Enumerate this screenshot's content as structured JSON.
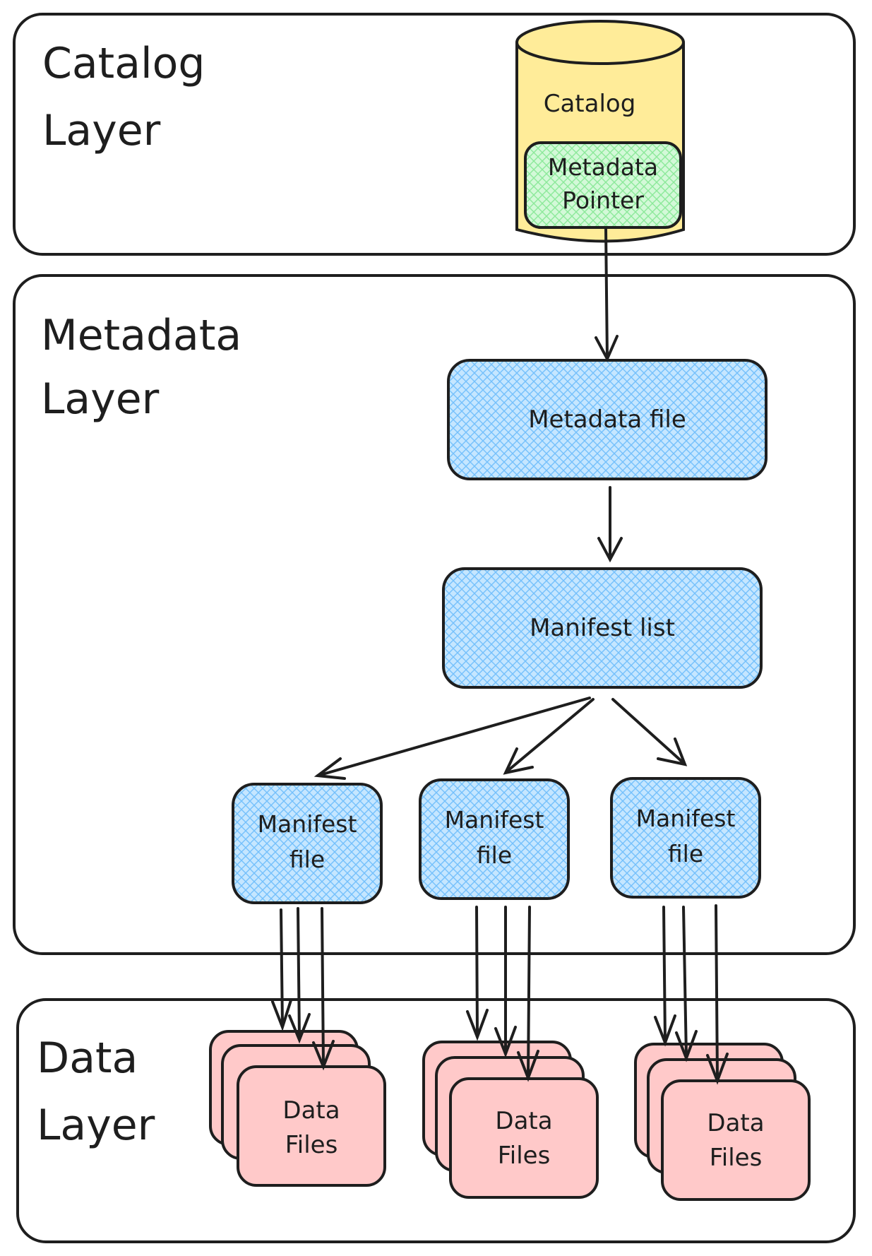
{
  "colors": {
    "catalog_layer_fill": "#fff3bf",
    "catalog_layer_hatch": "#f3de6d",
    "catalog_cylinder": "#ffec99",
    "pointer_fill": "#b2f2bb",
    "metadata_layer_fill": "#e7f5ff",
    "metadata_hatch": "#a5d8ff",
    "metadata_box_fill": "#a5d8ff",
    "data_layer_fill": "#fff5f5",
    "data_hatch": "#ffc9c9",
    "data_file_fill": "#ffc9c9",
    "stroke": "#1e1e1e"
  },
  "catalog_layer": {
    "title_line1": "Catalog",
    "title_line2": "Layer",
    "cylinder_label": "Catalog",
    "pointer_line1": "Metadata",
    "pointer_line2": "Pointer"
  },
  "metadata_layer": {
    "title_line1": "Metadata",
    "title_line2": "Layer",
    "metadata_file": "Metadata file",
    "manifest_list": "Manifest list",
    "manifest_files": [
      {
        "line1": "Manifest",
        "line2": "file"
      },
      {
        "line1": "Manifest",
        "line2": "file"
      },
      {
        "line1": "Manifest",
        "line2": "file"
      }
    ]
  },
  "data_layer": {
    "title_line1": "Data",
    "title_line2": "Layer",
    "data_files": [
      {
        "line1": "Data",
        "line2": "Files"
      },
      {
        "line1": "Data",
        "line2": "Files"
      },
      {
        "line1": "Data",
        "line2": "Files"
      }
    ]
  }
}
